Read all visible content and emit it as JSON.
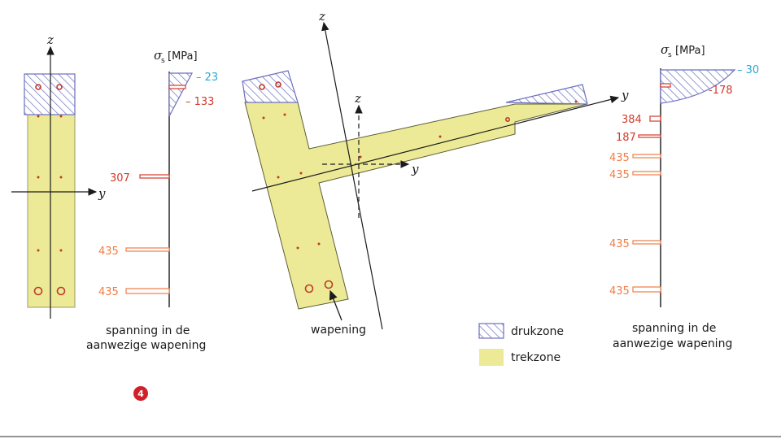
{
  "colors": {
    "tension_fill": "#ecea96",
    "compression_hatch": "#6a6fc0",
    "rebar": "#c0392b",
    "value_red": "#d23a2c",
    "value_orange": "#ef7d45",
    "value_blue": "#2aa9cf",
    "badge": "#d12027"
  },
  "left_section": {
    "axis_z": "z",
    "axis_y": "y"
  },
  "left_stress": {
    "sigma_symbol": "σ",
    "sigma_sub": "s",
    "unit": "[MPa]",
    "compression_value": "– 23",
    "values": [
      "– 133",
      "307",
      "435",
      "435"
    ]
  },
  "left_caption": {
    "line1": "spanning in de",
    "line2": "aanwezige wapening"
  },
  "middle_section": {
    "axis_z_main": "z",
    "axis_y_main": "y",
    "axis_z_local": "z",
    "axis_y_local": "y",
    "rebar_label": "wapening"
  },
  "legend": {
    "compression": "drukzone",
    "tension": "trekzone"
  },
  "right_stress": {
    "sigma_symbol": "σ",
    "sigma_sub": "s",
    "unit": "[MPa]",
    "compression_value": "– 30",
    "values": [
      "-178",
      "384",
      "187",
      "435",
      "435",
      "435",
      "435"
    ]
  },
  "right_caption": {
    "line1": "spanning in de",
    "line2": "aanwezige wapening"
  },
  "figure_badge": "4"
}
